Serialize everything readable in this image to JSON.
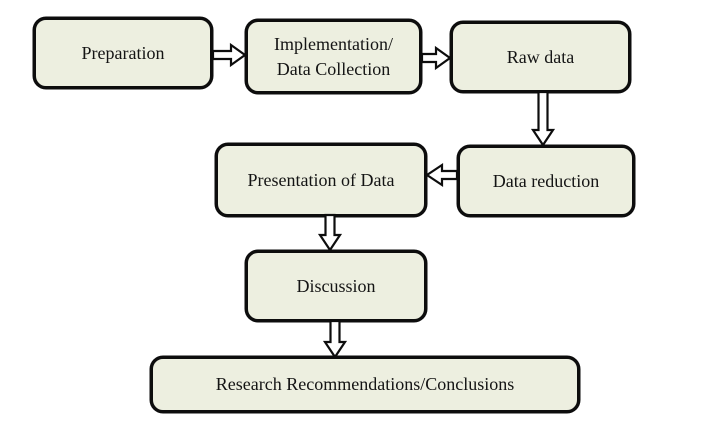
{
  "diagram": {
    "type": "flowchart",
    "colors": {
      "node_fill": "#edefe0",
      "node_border": "#0d0d0d",
      "arrow_fill": "#ffffff",
      "arrow_outline": "#0d0d0d",
      "background": "#ffffff",
      "text": "#141414"
    },
    "nodes": [
      {
        "id": "preparation",
        "label": "Preparation"
      },
      {
        "id": "implementation-data-collection",
        "label": "Implementation/\nData Collection"
      },
      {
        "id": "raw-data",
        "label": "Raw data"
      },
      {
        "id": "presentation-of-data",
        "label": "Presentation of Data"
      },
      {
        "id": "data-reduction",
        "label": "Data reduction"
      },
      {
        "id": "discussion",
        "label": "Discussion"
      },
      {
        "id": "research-recommendations-conclusions",
        "label": "Research Recommendations/Conclusions"
      }
    ],
    "edges": [
      {
        "from": "preparation",
        "to": "implementation-data-collection",
        "direction": "right"
      },
      {
        "from": "implementation-data-collection",
        "to": "raw-data",
        "direction": "right"
      },
      {
        "from": "raw-data",
        "to": "data-reduction",
        "direction": "down"
      },
      {
        "from": "data-reduction",
        "to": "presentation-of-data",
        "direction": "left"
      },
      {
        "from": "presentation-of-data",
        "to": "discussion",
        "direction": "down"
      },
      {
        "from": "discussion",
        "to": "research-recommendations-conclusions",
        "direction": "down"
      }
    ]
  }
}
